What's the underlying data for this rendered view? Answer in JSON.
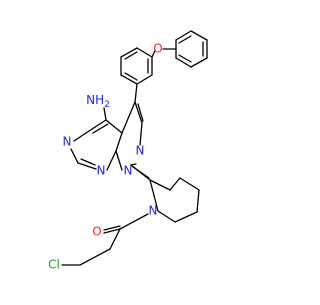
{
  "molecule": {
    "atoms": {
      "amine_N": {
        "label": "NH",
        "sub": "2",
        "color": "#1f1fff"
      },
      "pyrimidine_N5": {
        "label": "N",
        "color": "#1f1fff"
      },
      "pyrimidine_N7": {
        "label": "N",
        "color": "#1f1fff"
      },
      "pyrazole_N2": {
        "label": "N",
        "color": "#1f1fff"
      },
      "pyrazole_N1": {
        "label": "N",
        "color": "#1f1fff"
      },
      "piperidine_N": {
        "label": "N",
        "color": "#1f1fff"
      },
      "ether_O": {
        "label": "O",
        "color": "#ff1f1f"
      },
      "carbonyl_O": {
        "label": "O",
        "color": "#ff1f1f"
      },
      "chlorine": {
        "label": "Cl",
        "color": "#1fa01f"
      }
    },
    "bond_color": "#000000"
  }
}
